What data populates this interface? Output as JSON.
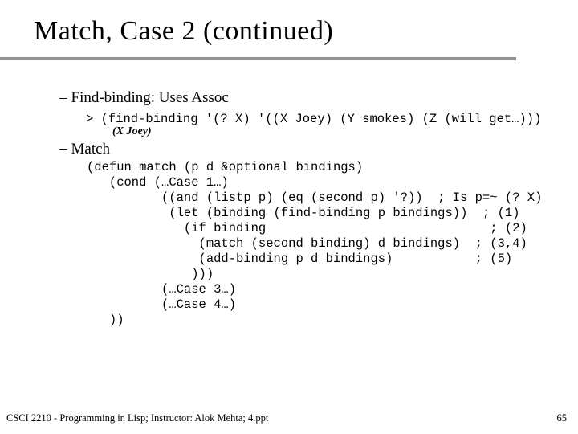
{
  "slide": {
    "title": "Match, Case 2 (continued)",
    "sections": [
      {
        "dash": "–",
        "heading": "Find-binding: Uses Assoc",
        "repl_line": "> (find-binding '(? X) '((X Joey) (Y smokes) (Z (will get…)))",
        "result": "(X Joey)"
      },
      {
        "dash": "–",
        "heading": "Match",
        "code_lines": [
          "(defun match (p d &optional bindings)",
          "   (cond (…Case 1…)",
          "          ((and (listp p) (eq (second p) '?))  ; Is p=~ (? X)",
          "           (let (binding (find-binding p bindings))  ; (1)",
          "             (if binding                              ; (2)",
          "               (match (second binding) d bindings)  ; (3,4)",
          "               (add-binding p d bindings)           ; (5)",
          "              )))",
          "          (…Case 3…)",
          "          (…Case 4…)",
          "   ))"
        ]
      }
    ],
    "footer": {
      "left": "CSCI 2210 - Programming in Lisp; Instructor: Alok Mehta; 4.ppt",
      "page_number": "65"
    },
    "colors": {
      "background": "#ffffff",
      "text": "#000000",
      "rule": "#909090"
    }
  }
}
